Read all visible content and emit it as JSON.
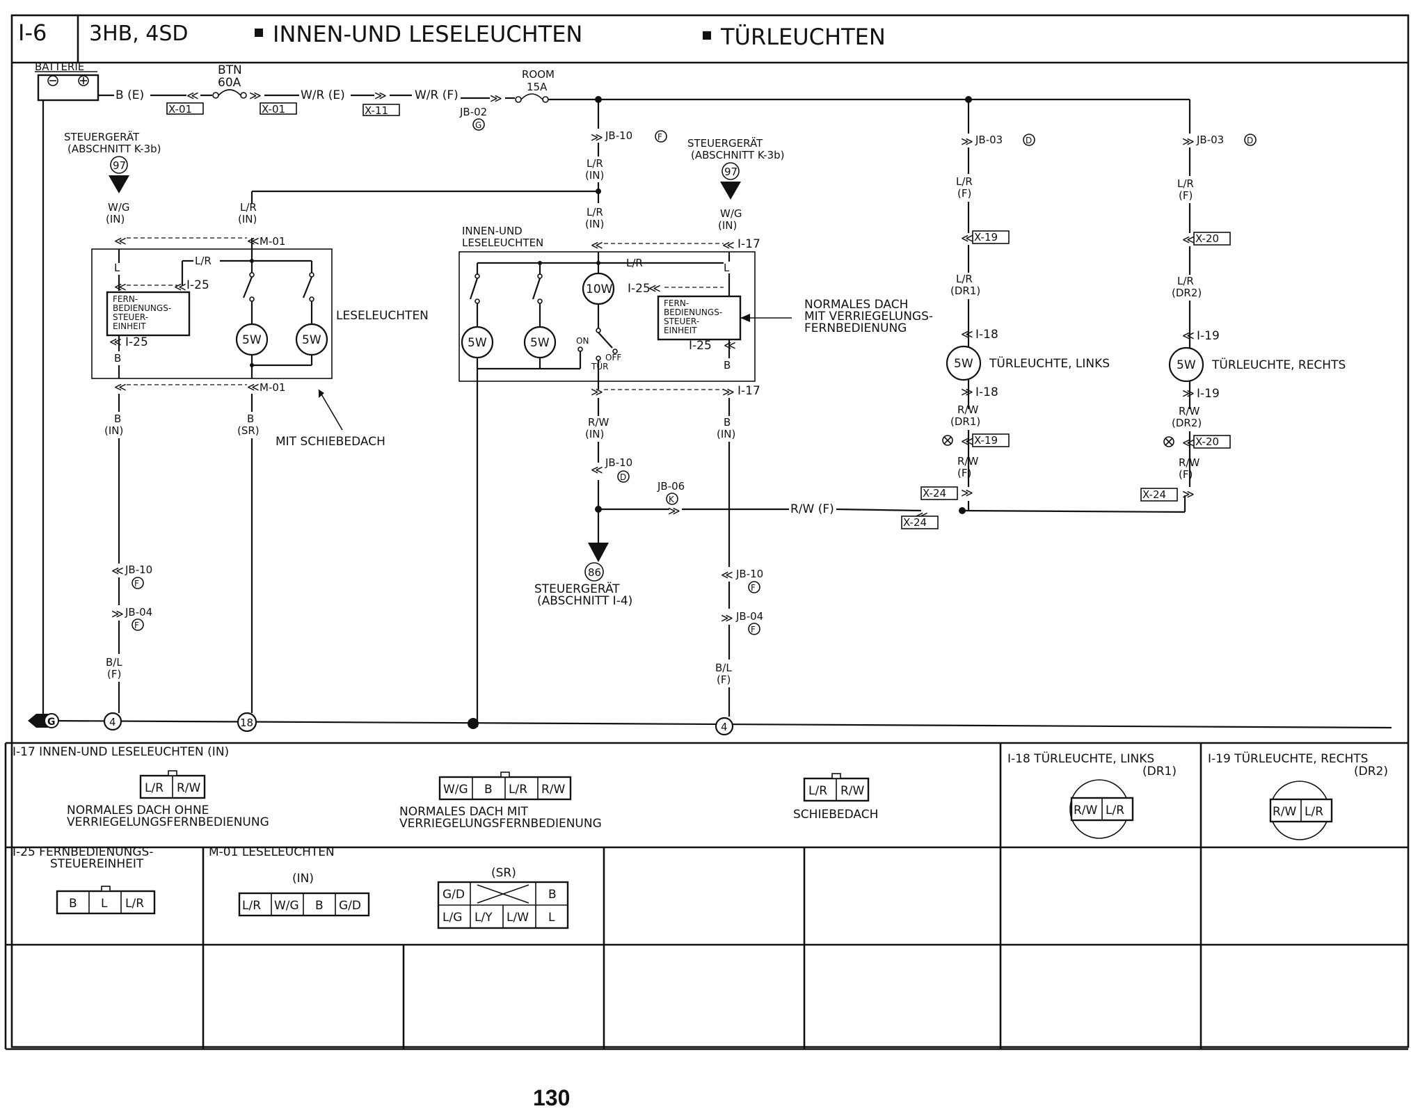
{
  "header": {
    "code": "I-6",
    "models": "3HB, 4SD",
    "title1": "INNEN-UND LESELEUCHTEN",
    "title2": "TÜRLEUCHTEN"
  },
  "power": {
    "battery": "BATTERIE",
    "wire_b_e": "B (E)",
    "fuse_btn": "BTN",
    "fuse_btn_rating": "60A",
    "conn_x01": "X-01",
    "wire_wr_e": "W/R (E)",
    "conn_x11": "X-11",
    "wire_wr_f": "W/R (F)",
    "jb02": "JB-02",
    "jb02_pin": "G",
    "fuse_room": "ROOM",
    "fuse_room_rating": "15A"
  },
  "left_section": {
    "ecu_label": "STEUERGERÄT",
    "ecu_ref": "(ABSCHNITT K-3b)",
    "ecu_num": "97",
    "wire_wg": "W/G",
    "in": "(IN)",
    "wire_lr": "L/R",
    "conn_m01": "M-01",
    "l": "L",
    "b": "B",
    "conn_i25": "I-25",
    "remote_unit": [
      "FERN-",
      "BEDIENUNGS-",
      "STEUER-",
      "EINHEIT"
    ],
    "lamp_5w": "5W",
    "reading_lamps": "LESELEUCHTEN",
    "sunroof": "MIT SCHIEBEDACH",
    "sr": "(SR)",
    "jb10": "JB-10",
    "jb04": "JB-04",
    "pin_f": "F",
    "wire_bl": "B/L",
    "f": "(F)",
    "ground_4": "4",
    "ground_18": "18",
    "ground_g": "G"
  },
  "middle_section": {
    "jb10_top": "JB-10",
    "pin_f": "F",
    "wire_lr": "L/R",
    "in": "(IN)",
    "interior_label": [
      "INNEN-UND",
      "LESELEUCHTEN"
    ],
    "lamp_10w": "10W",
    "lamp_5w": "5W",
    "switch_on": "ON",
    "switch_off": "OFF",
    "switch_door": "TÜR",
    "conn_i17": "I-17",
    "conn_i25": "I-25",
    "remote_unit": [
      "FERN-",
      "BEDIENUNGS-",
      "STEUER-",
      "EINHEIT"
    ],
    "normal_roof": [
      "NORMALES DACH",
      "MIT VERRIEGELUNGS-",
      "FERNBEDIENUNG"
    ],
    "ecu_label": "STEUERGERÄT",
    "ecu_ref": "(ABSCHNITT K-3b)",
    "ecu_num": "97",
    "wire_wg": "W/G",
    "wire_rw": "R/W",
    "jb10_d": "JB-10",
    "pin_d": "D",
    "jb06": "JB-06",
    "pin_k": "K",
    "wire_rw_f": "R/W (F)",
    "ecu2_num": "86",
    "ecu2_label": "STEUERGERÄT",
    "ecu2_ref": "(ABSCHNITT I-4)",
    "b": "B",
    "l": "L",
    "jb10": "JB-10",
    "jb04": "JB-04",
    "wire_bl": "B/L",
    "f": "(F)",
    "ground_4": "4"
  },
  "right_section": {
    "jb03": "JB-03",
    "pin_d": "D",
    "wire_lr": "L/R",
    "f": "(F)",
    "conn_x19": "X-19",
    "conn_x20": "X-20",
    "dr1": "(DR1)",
    "dr2": "(DR2)",
    "conn_i18": "I-18",
    "conn_i19": "I-19",
    "lamp_5w": "5W",
    "door_left": "TÜRLEUCHTE, LINKS",
    "door_right": "TÜRLEUCHTE, RECHTS",
    "wire_rw": "R/W",
    "conn_x24": "X-24"
  },
  "connectors": {
    "i17_title": "I-17  INNEN-UND LESELEUCHTEN (IN)",
    "i17_a_pins": [
      "L/R",
      "R/W"
    ],
    "i17_a_caption": [
      "NORMALES DACH OHNE",
      "VERRIEGELUNGSFERNBEDIENUNG"
    ],
    "i17_b_pins": [
      "W/G",
      "B",
      "L/R",
      "R/W"
    ],
    "i17_b_caption": [
      "NORMALES DACH MIT",
      "VERRIEGELUNGSFERNBEDIENUNG"
    ],
    "i17_c_pins": [
      "L/R",
      "R/W"
    ],
    "i17_c_caption": "SCHIEBEDACH",
    "i18_title": "I-18  TÜRLEUCHTE, LINKS",
    "i18_sub": "(DR1)",
    "i18_pins": [
      "R/W",
      "L/R"
    ],
    "i19_title": "I-19  TÜRLEUCHTE, RECHTS",
    "i19_sub": "(DR2)",
    "i19_pins": [
      "R/W",
      "L/R"
    ],
    "i25_title": "I-25  FERNBEDIENUNGS-",
    "i25_title2": "STEUEREINHEIT",
    "i25_pins": [
      "B",
      "L",
      "L/R"
    ],
    "m01_title": "M-01  LESELEUCHTEN",
    "m01_in": "(IN)",
    "m01_in_pins": [
      "L/R",
      "W/G",
      "B",
      "G/D"
    ],
    "m01_sr": "(SR)",
    "m01_sr_top": [
      "G/D",
      "B"
    ],
    "m01_sr_bottom": [
      "L/G",
      "L/Y",
      "L/W",
      "L"
    ]
  },
  "page_number": "130"
}
